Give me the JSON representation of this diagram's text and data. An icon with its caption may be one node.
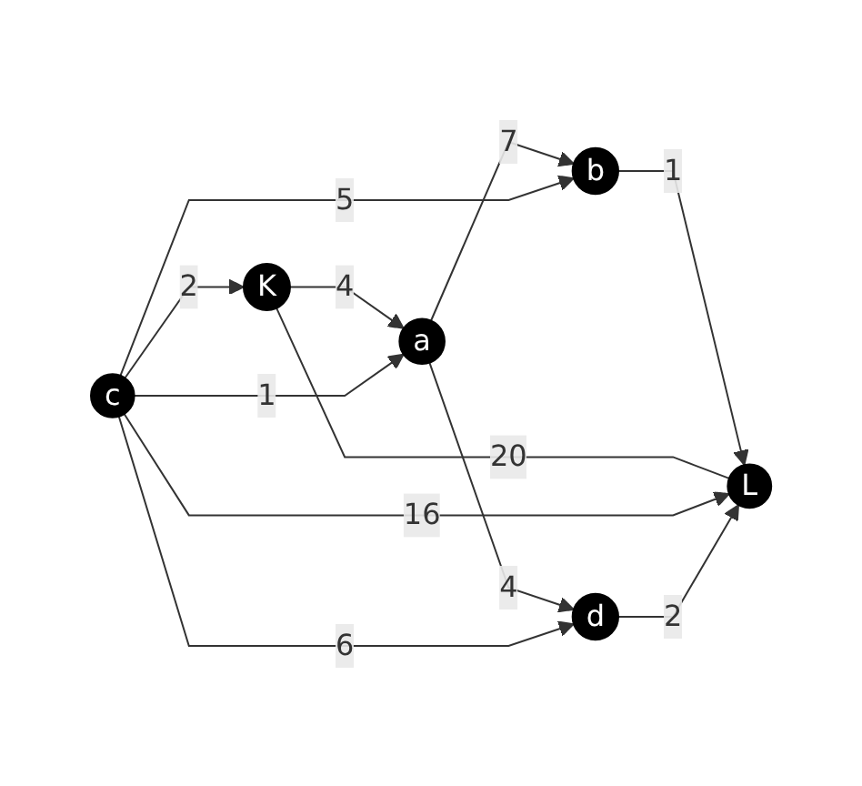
{
  "diagram": {
    "nodes": [
      {
        "text": [
          "a"
        ]
      },
      {
        "text": [
          "b"
        ]
      },
      {
        "text": [
          "K"
        ]
      },
      {
        "text": [
          "L"
        ]
      },
      {
        "text": [
          "c"
        ]
      },
      {
        "text": [
          "d"
        ]
      }
    ],
    "edges": [
      {
        "from": 0,
        "to": 1,
        "arrow": "to",
        "label": "7"
      },
      {
        "from": 2,
        "to": 0,
        "arrow": "to",
        "label": "4"
      },
      {
        "from": 4,
        "to": 0,
        "arrow": "to",
        "label": "1"
      },
      {
        "from": 0,
        "to": 5,
        "arrow": "to",
        "label": "4"
      },
      {
        "from": 4,
        "to": 1,
        "arrow": "to",
        "label": "5"
      },
      {
        "from": 1,
        "to": 3,
        "arrow": "to",
        "label": "1"
      },
      {
        "from": 2,
        "to": 3,
        "arrow": "none",
        "label": "20"
      },
      {
        "from": 4,
        "to": 2,
        "arrow": "to",
        "label": "2"
      },
      {
        "from": 4,
        "to": 3,
        "arrow": "to",
        "label": "16"
      },
      {
        "from": 4,
        "to": 5,
        "arrow": "to",
        "label": "6"
      },
      {
        "from": 5,
        "to": 3,
        "arrow": "to",
        "label": "2"
      }
    ]
  }
}
